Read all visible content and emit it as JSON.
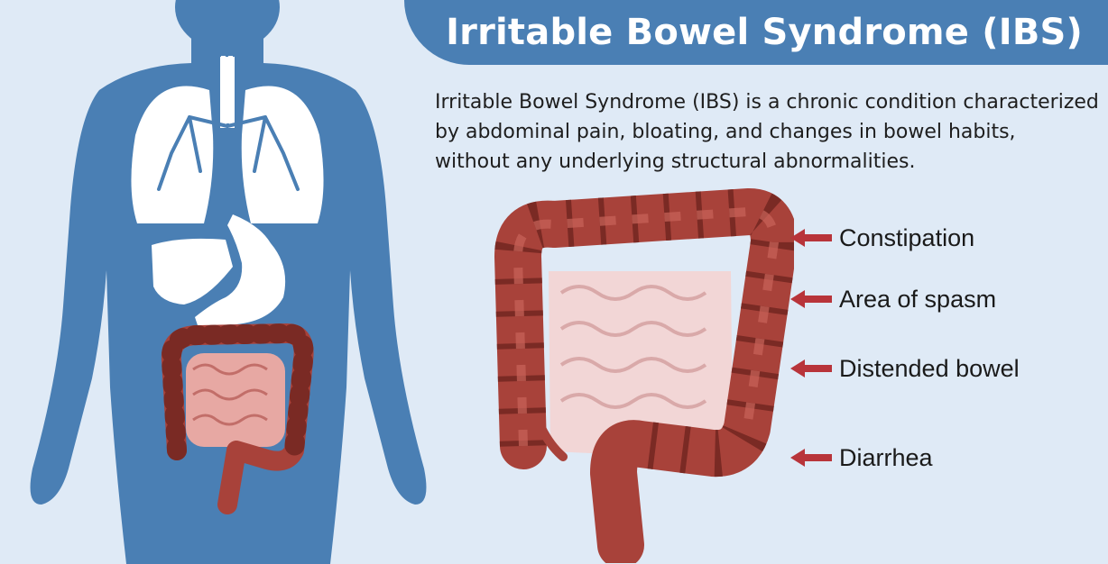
{
  "title": "Irritable Bowel Syndrome (IBS)",
  "description": [
    "Irritable Bowel Syndrome (IBS) is a chronic condition characterized",
    "by abdominal pain, bloating, and changes in bowel habits,",
    "without any underlying structural abnormalities."
  ],
  "labels": [
    {
      "text": "Constipation"
    },
    {
      "text": "Area of spasm"
    },
    {
      "text": "Distended bowel"
    },
    {
      "text": "Diarrhea"
    }
  ],
  "colors": {
    "background": "#dfeaf6",
    "banner": "#4a7fb4",
    "body_silhouette": "#4a7fb4",
    "organs": "#ffffff",
    "airways": "#4a7fb4",
    "colon": "#a8423a",
    "colon_dark": "#7a2a24",
    "intestine": "#f2d6d6",
    "arrow": "#b8343a"
  },
  "icons": [
    "human-body-silhouette",
    "lungs-icon",
    "liver-icon",
    "stomach-icon",
    "large-intestine-icon",
    "arrow-left-icon"
  ]
}
